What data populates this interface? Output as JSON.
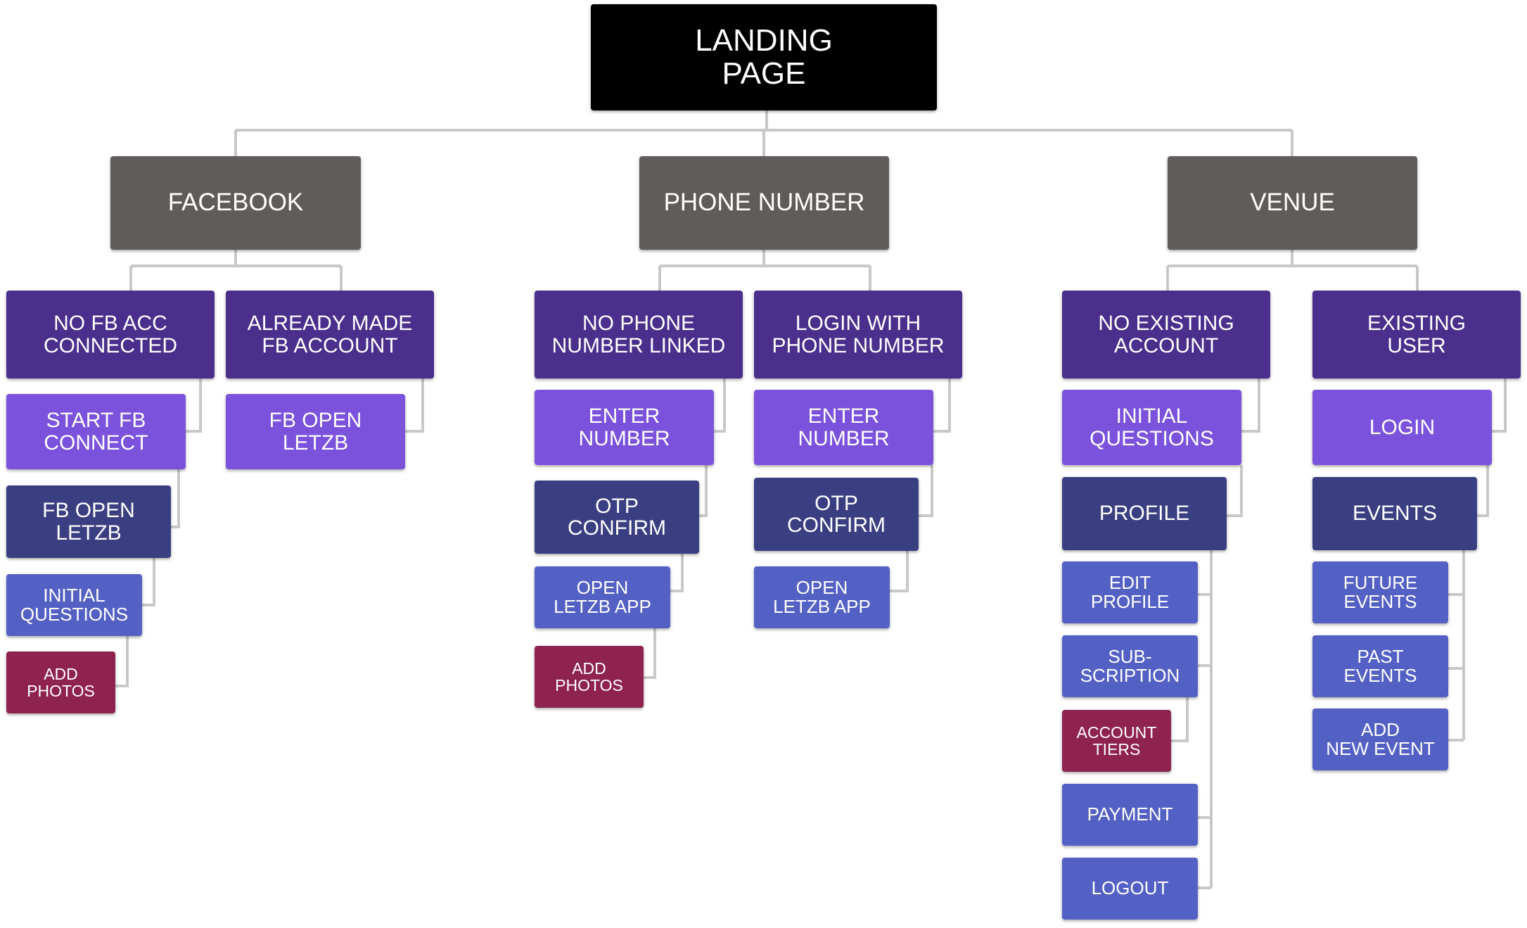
{
  "colors": {
    "connector": "#c8c8c8",
    "root": "#000000",
    "category": "#605c5a",
    "branch": "#4a2f8c",
    "step_light": "#7a52dc",
    "step_dark": "#3a3f82",
    "step_blue": "#5461c4",
    "step_red": "#8e2350"
  },
  "nodes": {
    "landing": "LANDING\nPAGE",
    "facebook": "FACEBOOK",
    "phone": "PHONE NUMBER",
    "venue": "VENUE",
    "no_fb": "NO FB ACC\nCONNECTED",
    "already_fb": "ALREADY MADE\nFB ACCOUNT",
    "start_fb": "START FB\nCONNECT",
    "fb_open_1": "FB OPEN\nLETZB",
    "fb_initial": "INITIAL\nQUESTIONS",
    "fb_add_photos": "ADD\nPHOTOS",
    "fb_open_2": "FB OPEN\nLETZB",
    "no_phone": "NO PHONE\nNUMBER LINKED",
    "login_phone": "LOGIN WITH\nPHONE NUMBER",
    "enter_number_1": "ENTER\nNUMBER",
    "otp_1": "OTP\nCONFIRM",
    "open_app_1": "OPEN\nLETZB APP",
    "phone_add_photos": "ADD\nPHOTOS",
    "enter_number_2": "ENTER\nNUMBER",
    "otp_2": "OTP\nCONFIRM",
    "open_app_2": "OPEN\nLETZB APP",
    "no_existing": "NO EXISTING\nACCOUNT",
    "existing_user": "EXISTING\nUSER",
    "venue_initial": "INITIAL\nQUESTIONS",
    "profile": "PROFILE",
    "edit_profile": "EDIT\nPROFILE",
    "subscription": "SUB-\nSCRIPTION",
    "account_tiers": "ACCOUNT\nTIERS",
    "payment": "PAYMENT",
    "logout": "LOGOUT",
    "login": "LOGIN",
    "events": "EVENTS",
    "future_events": "FUTURE\nEVENTS",
    "past_events": "PAST\nEVENTS",
    "add_new_event": "ADD\nNEW EVENT"
  }
}
